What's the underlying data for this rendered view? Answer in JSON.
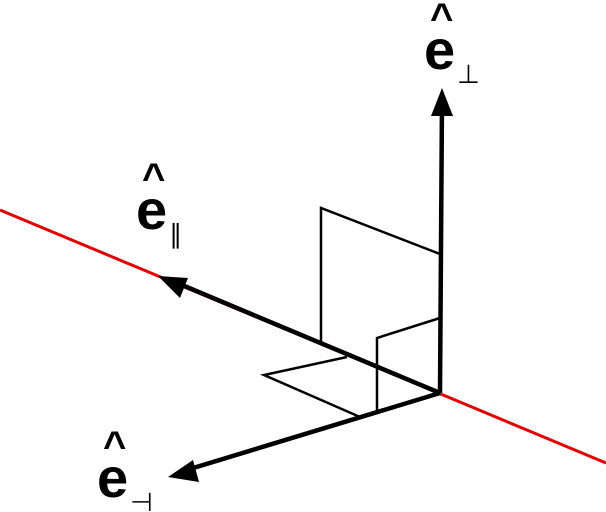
{
  "colors": {
    "line": "#e00000",
    "axes": "#000000"
  },
  "labels": {
    "e_perp": {
      "base": "e",
      "hat": "^",
      "sub": "⊥"
    },
    "e_par": {
      "base": "e",
      "hat": "^",
      "sub": "∥"
    },
    "e_side": {
      "base": "e",
      "hat": "^",
      "sub": "⊣"
    }
  }
}
